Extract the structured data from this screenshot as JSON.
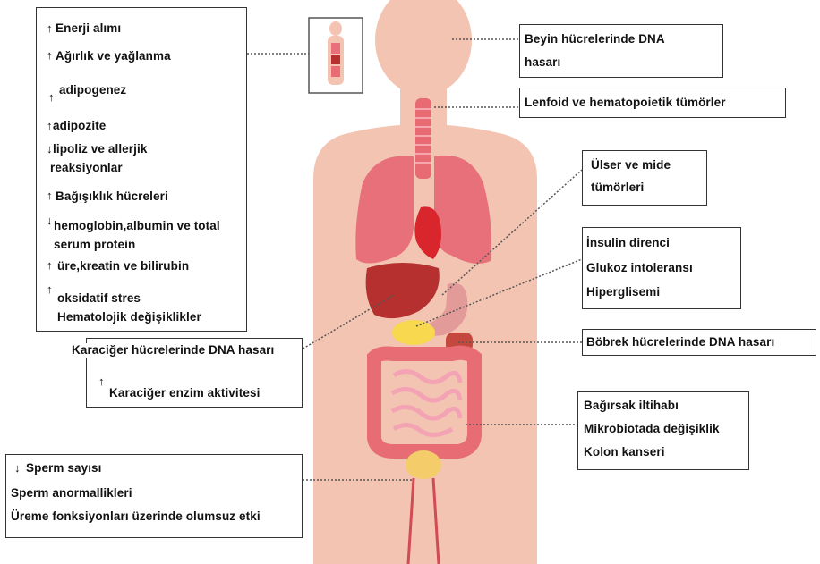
{
  "left_box": {
    "arrow_up": "↑",
    "arrow_down": "↓",
    "items": [
      "Enerji alımı",
      "Ağırlık ve yağlanma",
      "adipogenez",
      "adipozite",
      "lipoliz ve allerjik",
      "reaksiyonlar",
      "Bağışıklık hücreleri",
      "hemoglobin,albumin ve total",
      "serum protein",
      "üre,kreatin ve bilirubin",
      "oksidatif stres",
      "Hematolojik değişiklikler"
    ]
  },
  "liver_box": {
    "line1": "Karaciğer hücrelerinde DNA hasarı",
    "arrow": "↑",
    "line2": "Karaciğer enzim aktivitesi"
  },
  "sperm_box": {
    "arrow": "↓",
    "lines": [
      "Sperm sayısı",
      "Sperm anormallikleri",
      "Üreme fonksiyonları üzerinde olumsuz etki"
    ]
  },
  "right_boxes": {
    "brain": [
      "Beyin hücrelerinde DNA",
      "hasarı"
    ],
    "lymph": [
      "Lenfoid ve hematopoietik tümörler"
    ],
    "stomach": [
      "Ülser ve mide",
      "tümörleri"
    ],
    "pancreas": [
      "İnsulin direnci",
      "Glukoz intoleransı",
      "Hiperglisemi"
    ],
    "kidney": [
      "Böbrek hücrelerinde DNA hasarı"
    ],
    "gut": [
      "Bağırsak iltihabı",
      "Mikrobiotada değişiklik",
      "Kolon kanseri"
    ]
  },
  "colors": {
    "skin": "#f3c4b2",
    "organ_red": "#d9474f",
    "lung": "#e8707a",
    "liver": "#b5302e",
    "intestine": "#e76c73",
    "small_intestine": "#f08ea0",
    "pancreas": "#f7d84e",
    "bladder": "#f4cc6a"
  }
}
